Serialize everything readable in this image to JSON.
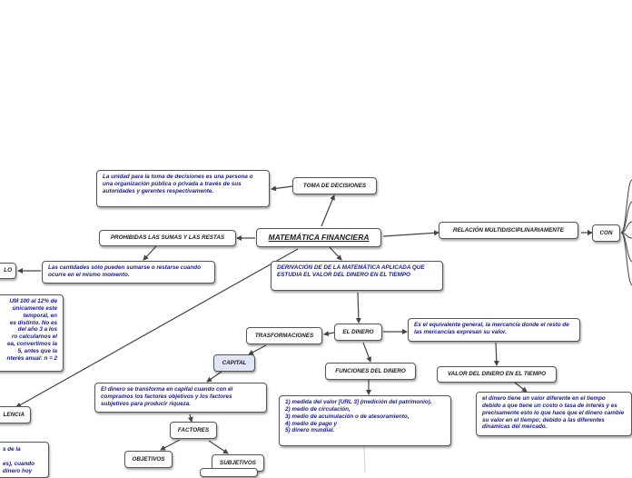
{
  "nodes": {
    "matematica_financiera": "MATEMÁTICA FINANCIERA",
    "toma_decisiones": "TOMA DE DECISIONES",
    "toma_decisiones_def": "La unidad para la toma de decisiones es una persona o una organización pública o privada a través de sus autoridades y gerentes respectivamente.",
    "prohibidas": "PROHIBIDAS LAS SUMAS Y LAS RESTAS",
    "cantidades_texto": "Las cantidades sólo pueden sumarse o restarse cuando ocurre en el mismo momento.",
    "relacion": "RELACIÓN MULTIDISCIPLINARIAMENTE",
    "con": "CON",
    "derivacion": "DERIVACIÓN DE DE LA MATEMÁTICA APLICADA QUE ESTUDIA EL VALOR DEL DINERO EN EL TIEMPO",
    "el_dinero": "EL DINERO",
    "equivalente": "Es el equivalente general, la mercancía donde el resto de las mercancías expresan su valor.",
    "transformaciones": "TRASFORMACIONES",
    "capital": "CAPITAL",
    "funciones": "FUNCIONES DEL DINERO",
    "valor_tiempo": "VALOR DEL DINERO EN EL TIEMPO",
    "valor_tiempo_texto": "el dinero tiene un valor diferente en el tiempo debido a que tiene un costo o tasa de interés y es precisamente esto lo que hace que el dinero cambie su valor en el tiempo; debido a las diferentes dinámicas del mercado.",
    "capital_texto": "El dinero se transforma en capital cuando con él compramos los factores objetivos y los factores subjetivos para producir riqueza.",
    "funciones_lista": "1) medida del valor [URL 3] (medición del patrimonio).\n2) medio de circulación,\n3) medio de acumulación o de atesoramiento,\n4) medio de pago y\n5) dinero mundial.",
    "factores": "FACTORES",
    "objetivos": "OBJETIVOS",
    "subjetivos": "SUBJETIVOS",
    "left_clip_lo": "LO",
    "left_clip_lencia": "LENCIA",
    "left_clip_ejemplo": "UM 100 al 12% de\núnicamente este\ntemporal, en\nes distinto. No es\ndel año 3 a los\nro calcularnos el\nea, convertimos la\n5, antes que la\nnterés anual: n = 2",
    "left_clip_bottom": "s de la\n\nes), cuando\ndinero hoy"
  }
}
